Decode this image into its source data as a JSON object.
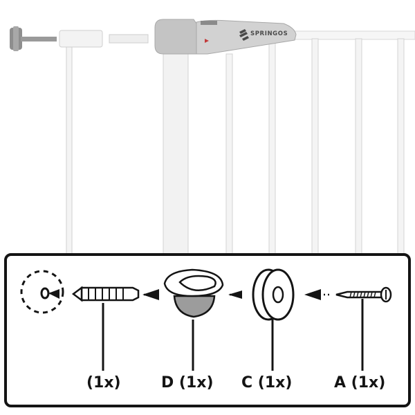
{
  "brand": {
    "name": "SPRINGOS"
  },
  "legend": [
    {
      "id": "anchor",
      "quantity": "(1x)"
    },
    {
      "id": "cap",
      "quantity": "D (1x)"
    },
    {
      "id": "spacer",
      "quantity": "C (1x)"
    },
    {
      "id": "screw",
      "quantity": "A (1x)"
    }
  ],
  "colors": {
    "gate": "#f2f2f2",
    "gate_shadow": "#cfcfcf",
    "housing": "#c8c8c8",
    "ink": "#141414"
  },
  "icons": [
    "hole-icon",
    "wall-plug-icon",
    "cap-icon",
    "spacer-icon",
    "screw-icon",
    "arrow-left-icon"
  ]
}
